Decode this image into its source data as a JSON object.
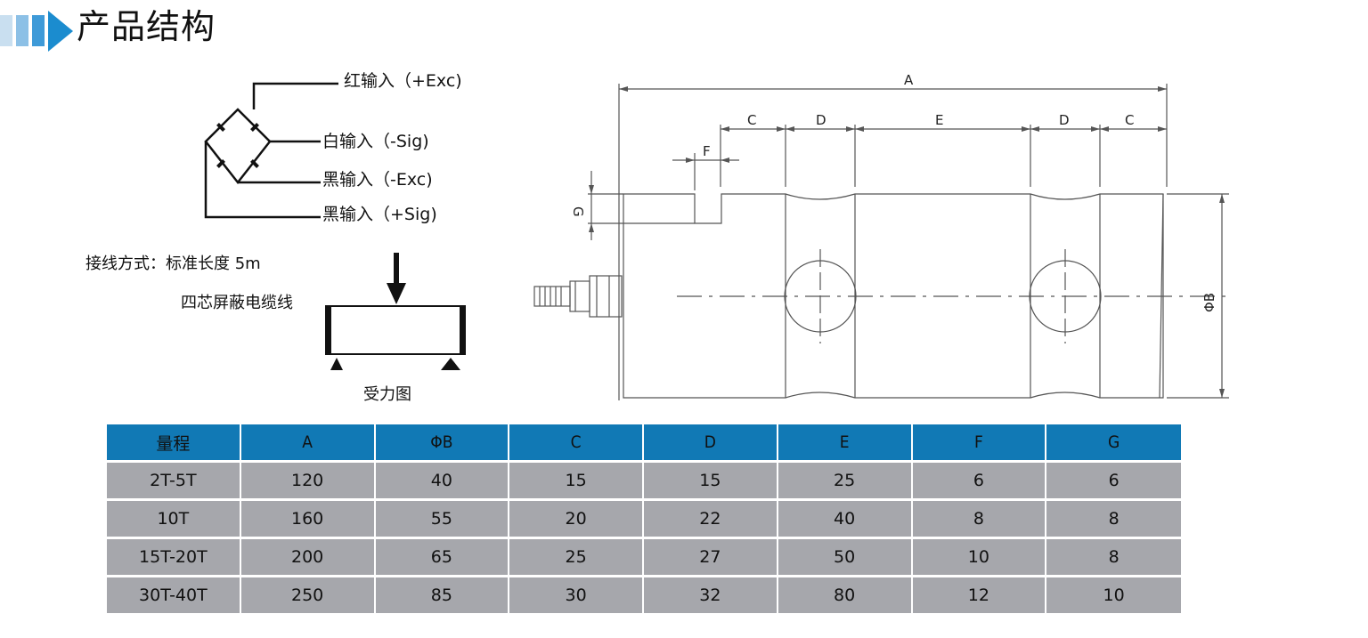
{
  "header": {
    "title": "产品结构",
    "accent_color": "#1b8ccf"
  },
  "wiring": {
    "red": "红输入（+Exc)",
    "white": "白输入（-Sig)",
    "black1": "黑输入（-Exc)",
    "black2": "黑输入（+Sig)"
  },
  "connection": {
    "method": "接线方式：标准长度 5m",
    "cable": "四芯屏蔽电缆线"
  },
  "force_diagram": {
    "caption": "受力图"
  },
  "drawing": {
    "labels": {
      "A": "A",
      "C": "C",
      "D": "D",
      "E": "E",
      "F": "F",
      "G": "G",
      "B": "ΦB"
    }
  },
  "table": {
    "header_color": "#1179b5",
    "row_color": "#a6a7ac",
    "columns": [
      "量程",
      "A",
      "ΦB",
      "C",
      "D",
      "E",
      "F",
      "G"
    ],
    "rows": [
      [
        "2T-5T",
        "120",
        "40",
        "15",
        "15",
        "25",
        "6",
        "6"
      ],
      [
        "10T",
        "160",
        "55",
        "20",
        "22",
        "40",
        "8",
        "8"
      ],
      [
        "15T-20T",
        "200",
        "65",
        "25",
        "27",
        "50",
        "10",
        "8"
      ],
      [
        "30T-40T",
        "250",
        "85",
        "30",
        "32",
        "80",
        "12",
        "10"
      ]
    ]
  }
}
